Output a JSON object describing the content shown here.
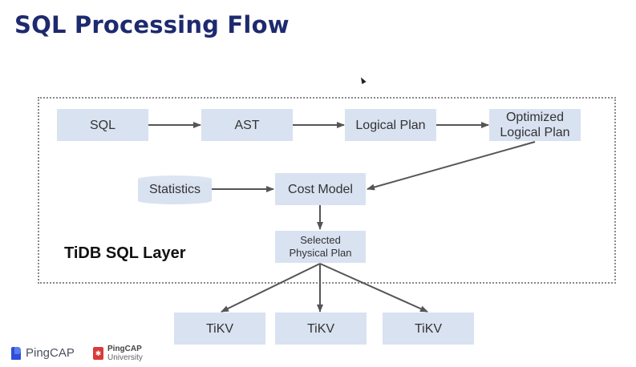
{
  "title": "SQL Processing Flow",
  "layer_label": "TiDB SQL Layer",
  "nodes": {
    "sql": "SQL",
    "ast": "AST",
    "logical_plan": "Logical Plan",
    "optimized_line1": "Optimized",
    "optimized_line2": "Logical Plan",
    "statistics": "Statistics",
    "cost_model": "Cost Model",
    "selected_line1": "Selected",
    "selected_line2": "Physical Plan",
    "tikv": [
      "TiKV",
      "TiKV",
      "TiKV"
    ]
  },
  "edges": [
    {
      "from": "SQL",
      "to": "AST"
    },
    {
      "from": "AST",
      "to": "Logical Plan"
    },
    {
      "from": "Logical Plan",
      "to": "Optimized Logical Plan"
    },
    {
      "from": "Optimized Logical Plan",
      "to": "Cost Model"
    },
    {
      "from": "Statistics",
      "to": "Cost Model"
    },
    {
      "from": "Cost Model",
      "to": "Selected Physical Plan"
    },
    {
      "from": "Selected Physical Plan",
      "to": "TiKV 1"
    },
    {
      "from": "Selected Physical Plan",
      "to": "TiKV 2"
    },
    {
      "from": "Selected Physical Plan",
      "to": "TiKV 3"
    }
  ],
  "footer": {
    "logo1": "PingCAP",
    "logo2_line1": "PingCAP",
    "logo2_line2": "University"
  },
  "colors": {
    "title": "#1e2a6e",
    "node_fill": "#d9e2f1",
    "arrow": "#555555"
  }
}
